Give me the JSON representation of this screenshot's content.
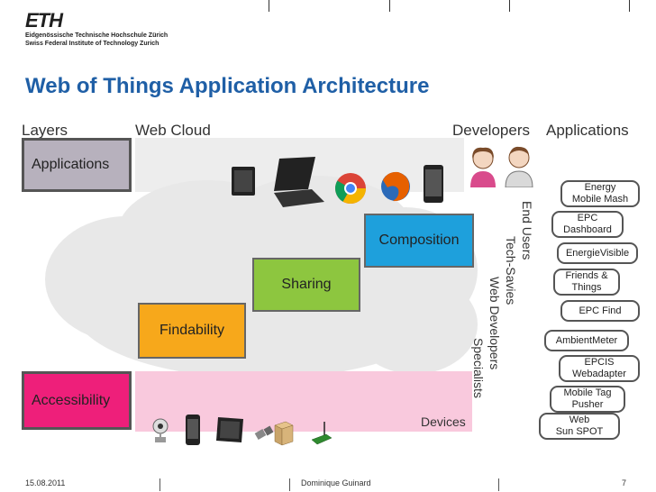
{
  "header": {
    "logo": "ETH",
    "institution_de": "Eidgenössische Technische Hochschule Zürich",
    "institution_en": "Swiss Federal Institute of Technology Zurich"
  },
  "title": "Web of Things Application Architecture",
  "column_headers": {
    "layers": "Layers",
    "web_cloud": "Web Cloud",
    "developers": "Developers",
    "applications": "Applications"
  },
  "layers": {
    "applications": "Applications",
    "accessibility": "Accessibility"
  },
  "steps": {
    "composition": "Composition",
    "sharing": "Sharing",
    "findability": "Findability"
  },
  "devices_label": "Devices",
  "developer_types": [
    "End Users",
    "Tech-Savies",
    "Web Developers",
    "Specialists"
  ],
  "applications": [
    "Energy\nMobile Mash",
    "EPC\nDashboard",
    "EnergieVisible",
    "Friends &\nThings",
    "EPC Find",
    "AmbientMeter",
    "EPCIS\nWebadapter",
    "Mobile Tag\nPusher",
    "Web\nSun SPOT"
  ],
  "icons": {
    "top": [
      "tablet-icon",
      "laptop-icon",
      "chrome-icon",
      "firefox-icon",
      "smartphone-icon"
    ],
    "bottom": [
      "webcam-icon",
      "phone-icon",
      "tablet-icon",
      "sensor-icon",
      "rfid-box-icon",
      "sunspot-icon"
    ],
    "developers": [
      "female-developer-icon",
      "male-developer-icon"
    ]
  },
  "colors": {
    "title": "#1f5fa6",
    "composition": "#1ea0dc",
    "sharing": "#8dc63f",
    "findability": "#f7a81b",
    "accessibility": "#ee1f7a",
    "applications": "#b7b1bd",
    "accessibility_band": "#f9c9dd"
  },
  "footer": {
    "date": "15.08.2011",
    "author": "Dominique Guinard",
    "page": "7"
  }
}
